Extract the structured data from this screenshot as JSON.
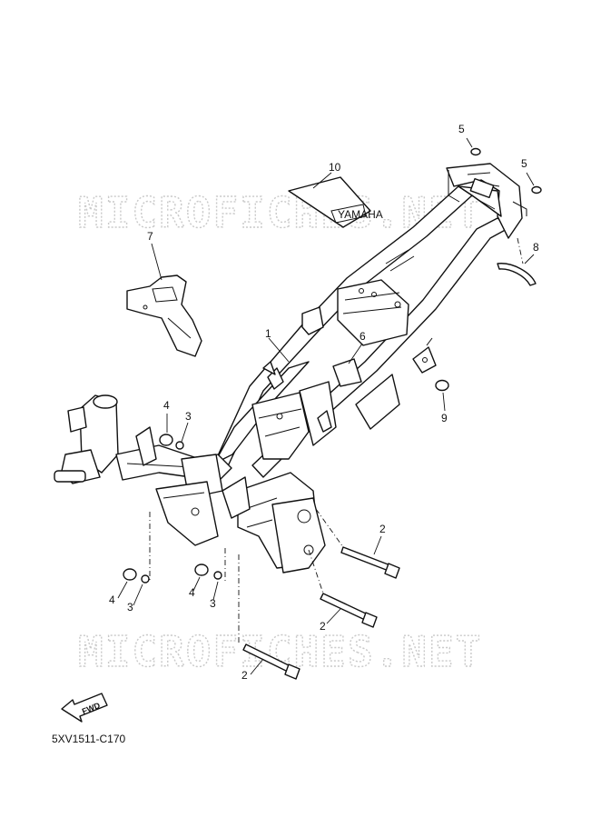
{
  "watermark": {
    "top": "MICROFICHES.NET",
    "bottom": "MICROFICHES.NET"
  },
  "diagram_code": "5XV1511-C170",
  "fwd_label": "FWD",
  "plate_logo": "YAMAHA",
  "callouts": {
    "c1": "1",
    "c2a": "2",
    "c2b": "2",
    "c2c": "2",
    "c3a": "3",
    "c3b": "3",
    "c3c": "3",
    "c4a": "4",
    "c4b": "4",
    "c4c": "4",
    "c5a": "5",
    "c5b": "5",
    "c6": "6",
    "c7": "7",
    "c8": "8",
    "c9": "9",
    "c10": "10"
  }
}
